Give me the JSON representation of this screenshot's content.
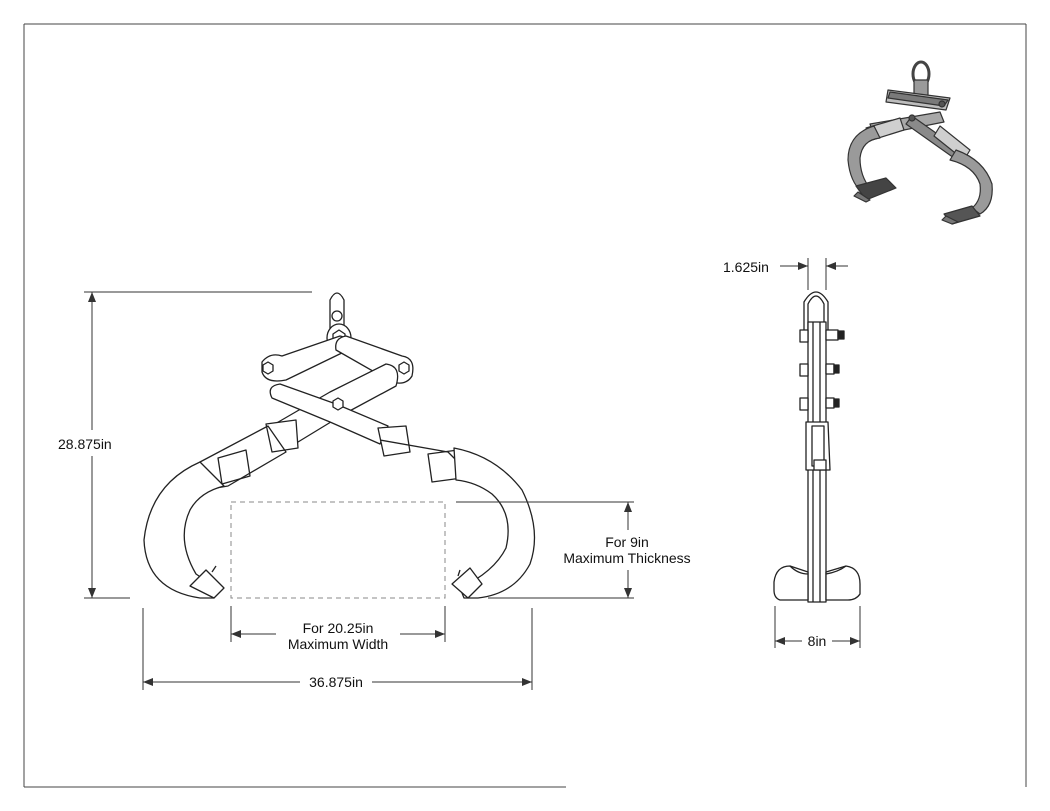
{
  "drawing": {
    "subject": "Lifting clamp / tongs technical drawing",
    "dimensions": {
      "height": "28.875in",
      "overall_width": "36.875in",
      "max_width_line1": "For 20.25in",
      "max_width_line2": "Maximum Width",
      "max_thickness_line1": "For 9in",
      "max_thickness_line2": "Maximum Thickness",
      "plate_thickness": "1.625in",
      "base_width": "8in"
    },
    "colors": {
      "line": "#222222",
      "fill_light": "#ffffff",
      "iso_dark": "#555555",
      "iso_mid": "#9a9a9a",
      "iso_light": "#cfcfcf",
      "dashed": "#888888"
    }
  }
}
